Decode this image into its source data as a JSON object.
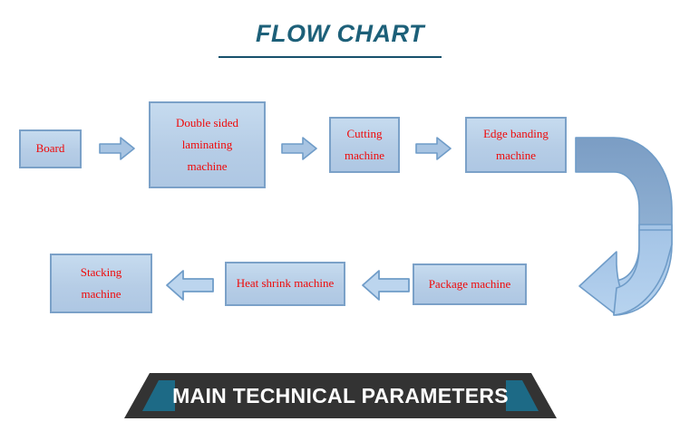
{
  "page": {
    "title": "FLOW CHART",
    "banner_title": "MAIN TECHNICAL PARAMETERS"
  },
  "colors": {
    "title_text": "#1d6079",
    "title_rule": "#17506b",
    "box_fill": "#bcd3ea",
    "box_border": "#7ba1c8",
    "box_text": "#ef0909",
    "arrow_fill": "#a8c4e2",
    "arrow_border": "#6f9cc8",
    "uturn_top": "#7e9fc4",
    "uturn_bottom": "#a9c8e8",
    "banner_bg": "#333333",
    "banner_accent": "#1d6a86",
    "banner_text": "#ffffff"
  },
  "flow": {
    "nodes": [
      {
        "id": "board",
        "label": "Board",
        "lines": [
          "Board"
        ]
      },
      {
        "id": "laminating",
        "label": "Double sided laminating machine",
        "lines": [
          "Double sided",
          "laminating",
          "machine"
        ]
      },
      {
        "id": "cutting",
        "label": "Cutting machine",
        "lines": [
          "Cutting",
          "machine"
        ]
      },
      {
        "id": "edge",
        "label": "Edge banding machine",
        "lines": [
          "Edge banding",
          "machine"
        ]
      },
      {
        "id": "package",
        "label": "Package machine",
        "lines": [
          "Package machine"
        ]
      },
      {
        "id": "heat",
        "label": "Heat shrink machine",
        "lines": [
          "Heat shrink machine"
        ]
      },
      {
        "id": "stacking",
        "label": "Stacking machine",
        "lines": [
          "Stacking",
          "machine"
        ]
      }
    ],
    "connectors": [
      {
        "id": "board-to-laminating",
        "from": "board",
        "to": "laminating",
        "direction": "right"
      },
      {
        "id": "laminating-to-cutting",
        "from": "laminating",
        "to": "cutting",
        "direction": "right"
      },
      {
        "id": "cutting-to-edge",
        "from": "cutting",
        "to": "edge",
        "direction": "right"
      },
      {
        "id": "edge-to-package",
        "from": "edge",
        "to": "package",
        "direction": "u-turn"
      },
      {
        "id": "package-to-heat",
        "from": "package",
        "to": "heat",
        "direction": "left"
      },
      {
        "id": "heat-to-stacking",
        "from": "heat",
        "to": "stacking",
        "direction": "left"
      }
    ]
  }
}
